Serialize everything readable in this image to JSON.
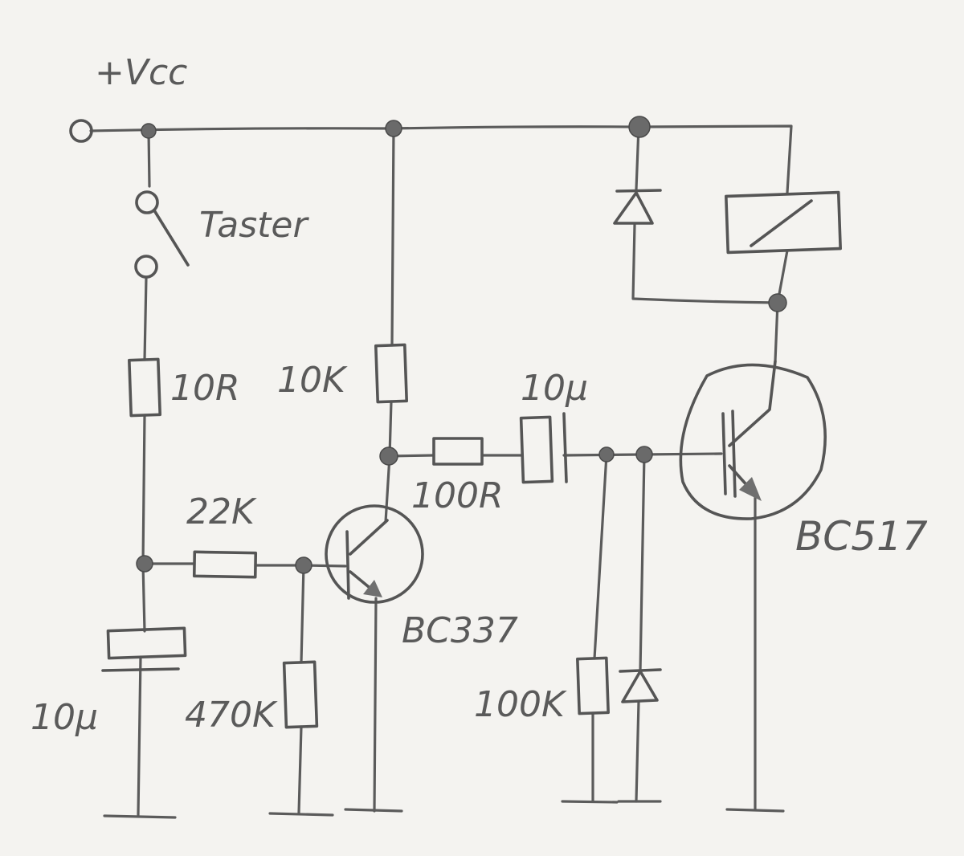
{
  "labels": {
    "vcc": "+Vcc",
    "taster": "Taster",
    "r_10r": "10R",
    "r_10k": "10K",
    "c_10u_top": "10µ",
    "r_100r": "100R",
    "r_22k": "22K",
    "q1": "BC337",
    "q2": "BC517",
    "c_10u_bottom": "10µ",
    "r_470k": "470K",
    "r_100k": "100K"
  },
  "colors": {
    "paper": "#f4f3f0",
    "pencil": "#5b5b5b"
  }
}
